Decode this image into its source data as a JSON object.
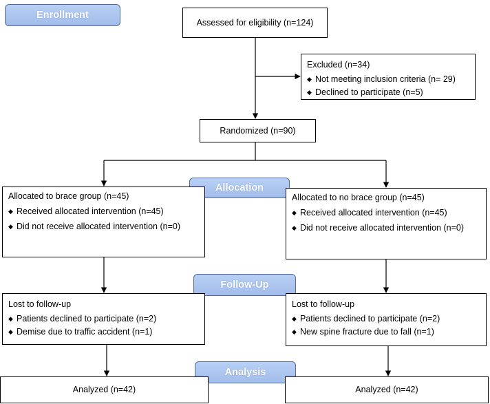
{
  "colors": {
    "phase_fill": "#a9c3ef",
    "phase_border": "#4f6a96",
    "phase_text": "#ffffff",
    "line": "#000000"
  },
  "bullet_icon": "diamond",
  "phases": {
    "enrollment": "Enrollment",
    "allocation": "Allocation",
    "follow_up": "Follow-Up",
    "analysis": "Analysis"
  },
  "boxes": {
    "assessed": "Assessed for eligibility (n=124)",
    "excluded": {
      "title": "Excluded  (n=34)",
      "items": [
        "Not meeting inclusion criteria (n= 29)",
        "Declined to participate (n=5)"
      ]
    },
    "randomized": "Randomized (n=90)",
    "brace_allocation": {
      "title": "Allocated to brace group (n=45)",
      "items": [
        "Received allocated intervention (n=45)",
        "Did not receive allocated intervention (n=0)"
      ]
    },
    "nobrace_allocation": {
      "title": "Allocated to no brace group (n=45)",
      "items": [
        "Received allocated intervention (n=45)",
        "Did not receive allocated intervention (n=0)"
      ]
    },
    "brace_followup": {
      "title": "Lost to follow-up",
      "items": [
        "Patients declined to participate (n=2)",
        "Demise due to traffic accident (n=1)"
      ]
    },
    "nobrace_followup": {
      "title": "Lost to follow-up",
      "items": [
        "Patients declined to participate (n=2)",
        "New spine fracture due to fall (n=1)"
      ]
    },
    "brace_analysis": "Analyzed  (n=42)",
    "nobrace_analysis": "Analyzed  (n=42)"
  }
}
